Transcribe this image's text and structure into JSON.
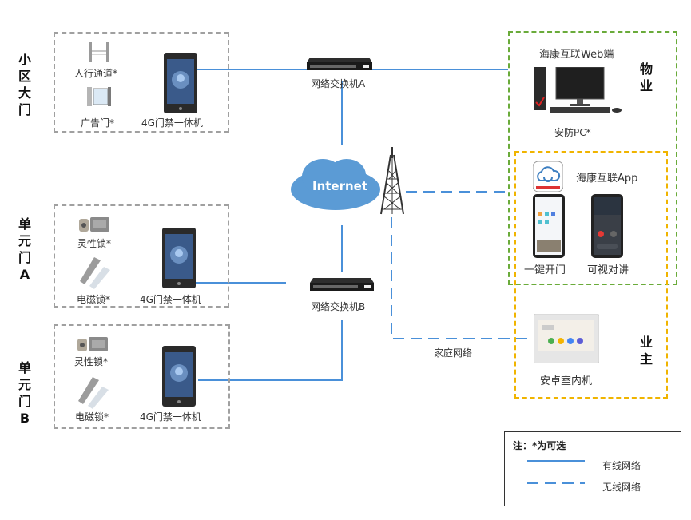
{
  "groups": {
    "main_gate": {
      "label": "小区大门",
      "label_chars": [
        "小",
        "区",
        "大",
        "门"
      ],
      "devices": {
        "turnstile": "人行通道*",
        "swing_gate": "广告门*",
        "terminal": "4G门禁一体机"
      }
    },
    "unit_a": {
      "label_chars": [
        "单",
        "元",
        "门",
        "A"
      ],
      "devices": {
        "lock": "灵性锁*",
        "maglock": "电磁锁*",
        "terminal": "4G门禁一体机"
      }
    },
    "unit_b": {
      "label_chars": [
        "单",
        "元",
        "门",
        "B"
      ],
      "devices": {
        "lock": "灵性锁*",
        "maglock": "电磁锁*",
        "terminal": "4G门禁一体机"
      }
    }
  },
  "network": {
    "switch_a": "网络交换机A",
    "switch_b": "网络交换机B",
    "internet": "Internet",
    "home_network": "家庭网络"
  },
  "property": {
    "label_chars": [
      "物",
      "业"
    ],
    "web_title": "海康互联Web端",
    "pc_label": "安防PC*"
  },
  "owner": {
    "label_chars": [
      "业",
      "主"
    ],
    "app_title": "海康互联App",
    "phone_unlock": "一键开门",
    "phone_intercom": "可视对讲",
    "indoor_station": "安卓室内机"
  },
  "legend": {
    "title": "注：*为可选",
    "wired": "有线网络",
    "wireless": "无线网络"
  },
  "colors": {
    "wired": "#4a90d9",
    "wireless": "#4a90d9",
    "group_border": "#a0a0a0",
    "property_border": "#6aab3a",
    "owner_border": "#f0b400",
    "cloud": "#5b9bd5"
  }
}
